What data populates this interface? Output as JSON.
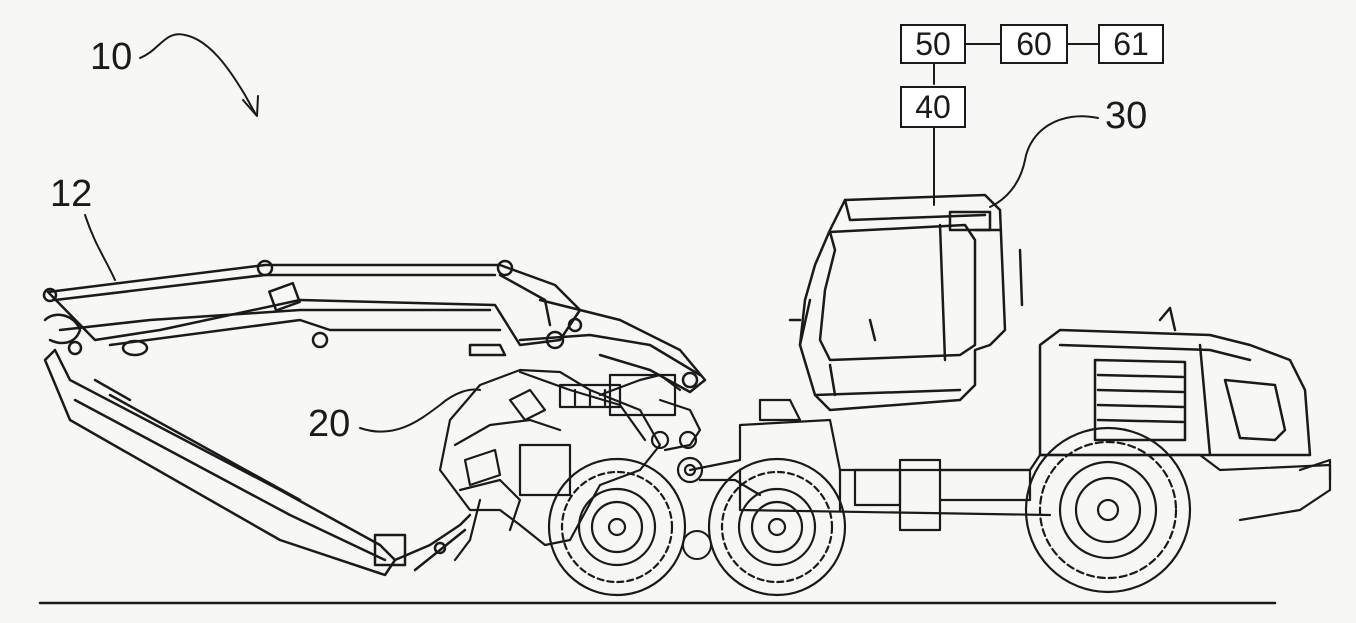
{
  "diagram": {
    "reference_numerals": {
      "machine": "10",
      "boom": "12",
      "harvester_head": "20",
      "cab": "30"
    },
    "blocks": {
      "b40": "40",
      "b50": "50",
      "b60": "60",
      "b61": "61"
    },
    "colors": {
      "ink": "#1a1a1a",
      "paper": "#f7f7f5"
    }
  }
}
